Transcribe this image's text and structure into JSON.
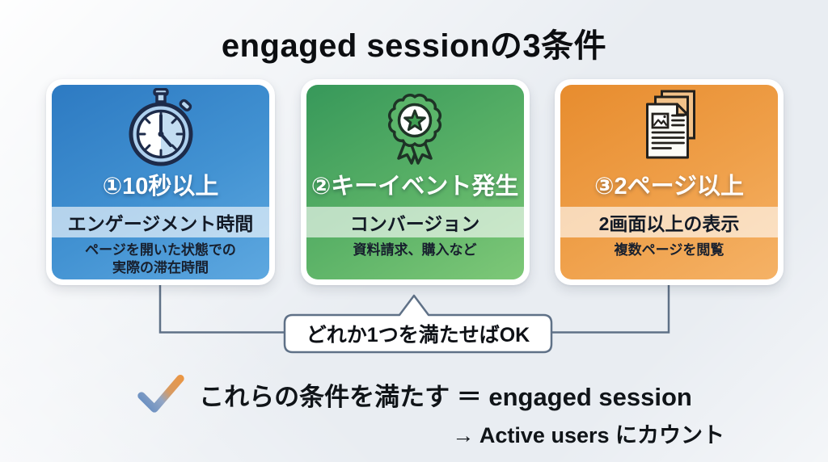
{
  "title": "engaged sessionの3条件",
  "cards": [
    {
      "icon": "stopwatch-icon",
      "heading": "①10秒以上",
      "band_label": "エンゲージメント時間",
      "description": "ページを開いた状態での\n実際の滞在時間",
      "accent_top": "#2d7ac2",
      "accent_bottom": "#5ea8e0"
    },
    {
      "icon": "medal-icon",
      "heading": "②キーイベント発生",
      "band_label": "コンバージョン",
      "description": "資料請求、購入など",
      "accent_top": "#37985a",
      "accent_bottom": "#7ec878"
    },
    {
      "icon": "documents-icon",
      "heading": "③2ページ以上",
      "band_label": "2画面以上の表示",
      "description": "複数ページを閲覧",
      "accent_top": "#e78c2e",
      "accent_bottom": "#f5b266"
    }
  ],
  "callout": {
    "label": "どれか1つを満たせばOK"
  },
  "conclusion": {
    "line1": "これらの条件を満たす ＝ engaged session",
    "line2": "→ Active users にカウント"
  },
  "colors": {
    "connector": "#5f7187",
    "background": "#e9edf2",
    "band_overlay": "rgba(255,255,255,0.62)",
    "check_blue": "#4a7fc1",
    "check_orange": "#f0953c"
  }
}
